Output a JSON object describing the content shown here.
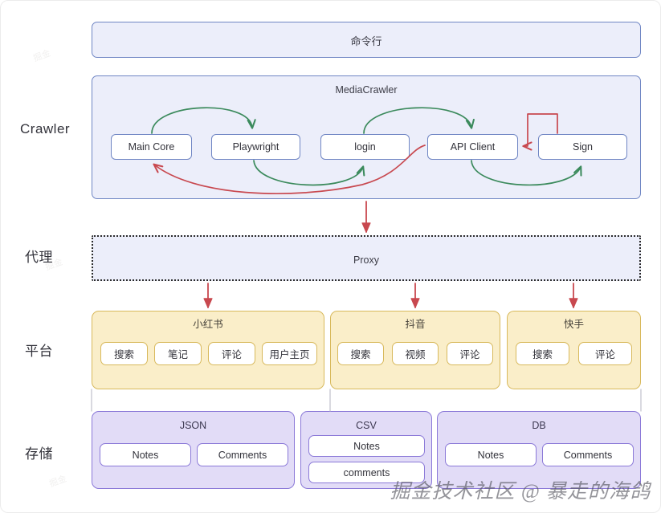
{
  "meta": {
    "watermark": "掘金技术社区 @ 暴走的海鸽",
    "tile_watermark": "掘金",
    "colors": {
      "blue_border": "#7086c4",
      "blue_fill": "#eceefa",
      "yellow_border": "#d8b95c",
      "yellow_fill": "#faeec9",
      "purple_border": "#8b79d8",
      "purple_fill": "#e2dcf7",
      "arrow_green": "#3b8a5c",
      "arrow_red": "#c8484f",
      "text": "#32323a"
    }
  },
  "row_labels": [
    {
      "id": "crawler",
      "label": "Crawler"
    },
    {
      "id": "proxy",
      "label": "代理"
    },
    {
      "id": "platform",
      "label": "平台"
    },
    {
      "id": "storage",
      "label": "存储"
    }
  ],
  "command_line": {
    "label": "命令行"
  },
  "crawler": {
    "title": "MediaCrawler",
    "nodes": [
      {
        "id": "main-core",
        "label": "Main Core"
      },
      {
        "id": "playwright",
        "label": "Playwright"
      },
      {
        "id": "login",
        "label": "login"
      },
      {
        "id": "api-client",
        "label": "API Client"
      },
      {
        "id": "sign",
        "label": "Sign"
      }
    ]
  },
  "proxy": {
    "label": "Proxy"
  },
  "platforms": [
    {
      "id": "xiaohongshu",
      "title": "小红书",
      "items": [
        {
          "id": "search",
          "label": "搜索"
        },
        {
          "id": "notes",
          "label": "笔记"
        },
        {
          "id": "comments",
          "label": "评论"
        },
        {
          "id": "user-home",
          "label": "用户主页"
        }
      ]
    },
    {
      "id": "douyin",
      "title": "抖音",
      "items": [
        {
          "id": "search",
          "label": "搜索"
        },
        {
          "id": "video",
          "label": "视频"
        },
        {
          "id": "comments",
          "label": "评论"
        }
      ]
    },
    {
      "id": "kuaishou",
      "title": "快手",
      "items": [
        {
          "id": "search",
          "label": "搜索"
        },
        {
          "id": "comments",
          "label": "评论"
        }
      ]
    }
  ],
  "storage": [
    {
      "id": "json",
      "title": "JSON",
      "layout": "row",
      "items": [
        {
          "id": "notes",
          "label": "Notes"
        },
        {
          "id": "comments",
          "label": "Comments"
        }
      ]
    },
    {
      "id": "csv",
      "title": "CSV",
      "layout": "column",
      "items": [
        {
          "id": "notes",
          "label": "Notes"
        },
        {
          "id": "comments",
          "label": "comments"
        }
      ]
    },
    {
      "id": "db",
      "title": "DB",
      "layout": "row",
      "items": [
        {
          "id": "notes",
          "label": "Notes"
        },
        {
          "id": "comments",
          "label": "Comments"
        }
      ]
    }
  ]
}
